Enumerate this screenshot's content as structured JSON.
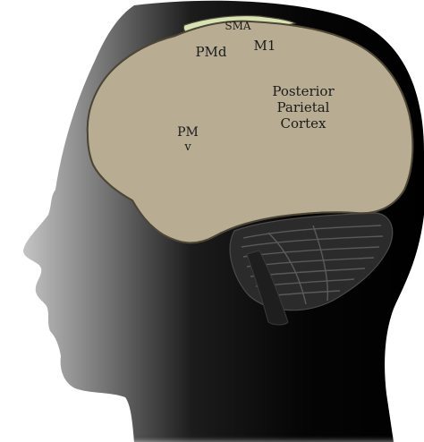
{
  "diagram": {
    "labels": {
      "sma": "SMA",
      "pmd": "PMd",
      "m1": "M1",
      "pmv_line1": "PM",
      "pmv_line2": "v",
      "ppc_line1": "Posterior",
      "ppc_line2": "Parietal",
      "ppc_line3": "Cortex"
    },
    "colors": {
      "background": "#ffffff",
      "head_dark": "#0a0a0a",
      "head_fade": "#b8b8b8",
      "brain": "#b8ad92",
      "brain_outline": "#4d4536",
      "cerebellum": "#2b2b2b",
      "sma": "#d8e3b4",
      "pmd": "#d99f8a",
      "m1": "#f5ee7c",
      "pmv": "#c7c8dc",
      "ppc": "#bfe6dc"
    }
  }
}
